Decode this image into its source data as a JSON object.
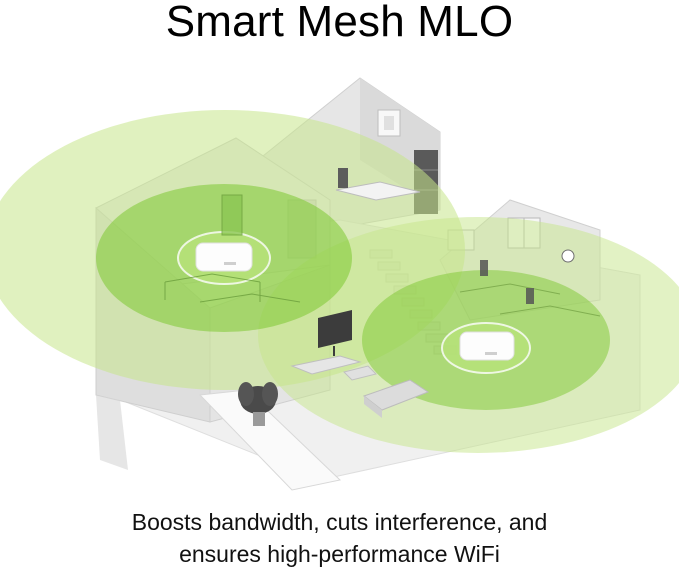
{
  "header": {
    "title": "Smart Mesh MLO"
  },
  "caption": {
    "line1": "Boosts bandwidth, cuts interference, and",
    "line2": "ensures high-performance WiFi"
  },
  "colors": {
    "coverage": "#c6e58a",
    "coverage_inner": "#7ec832",
    "wall": "#e7e7e7",
    "wall_dark": "#cfcfcf",
    "floor": "#f1f1f1",
    "router": "#fdfdfd"
  },
  "icons": [
    "router-icon",
    "plant-icon",
    "tv-icon",
    "sofa-icon",
    "ceiling-lamp-icon"
  ]
}
